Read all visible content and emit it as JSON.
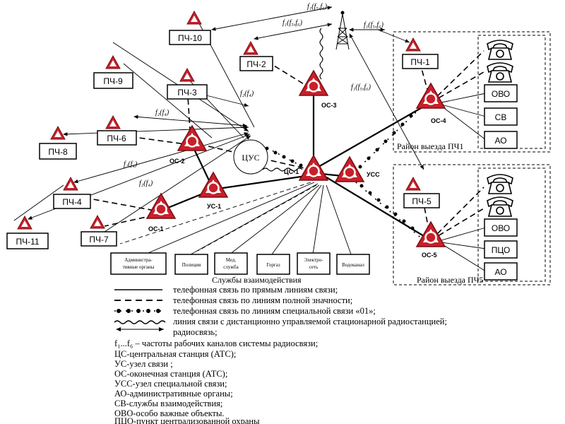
{
  "stations": {
    "pch10": "ПЧ-10",
    "pch9": "ПЧ-9",
    "pch2": "ПЧ-2",
    "pch3": "ПЧ-3",
    "pch6": "ПЧ-6",
    "pch8": "ПЧ-8",
    "pch4": "ПЧ-4",
    "pch11": "ПЧ-11",
    "pch7": "ПЧ-7",
    "pch1": "ПЧ-1",
    "pch5": "ПЧ-5"
  },
  "nodes": {
    "os1": "ОС-1",
    "os2": "ОС-2",
    "os3": "ОС-3",
    "os4": "ОС-4",
    "os5": "ОС-5",
    "us1": "УС-1",
    "cs1": "ЦС-1",
    "uss": "УСС",
    "cus": "ЦУС"
  },
  "frequencies": {
    "f_top": "f₁(f₅,f₆)",
    "f_mid": "f₁(f₅,f₆)",
    "f_right": "f₁(f₅,f₆)",
    "f_os4": "f₁(f₅,f₆)",
    "f_pch3": "f₂(f₄)",
    "f_pch6": "f₂(f₄)",
    "f_pch8": "f₂(f₄)",
    "f_pch4": "f₂(f₄)"
  },
  "districts": {
    "d1": "Район выезда ПЧ1",
    "d5": "Район выезда ПЧ5",
    "d1_items": [
      "ОВО",
      "СВ",
      "АО"
    ],
    "d5_items": [
      "ОВО",
      "ПЦО",
      "АО"
    ]
  },
  "services": {
    "title": "Службы взаимодействия",
    "items": [
      [
        "Администра-",
        "тивные органы"
      ],
      [
        "Полиция"
      ],
      [
        "Мед.",
        "служба"
      ],
      [
        "Горгаз"
      ],
      [
        "Электро-",
        "сеть"
      ],
      [
        "Водоканал"
      ]
    ]
  },
  "legend": {
    "solid": "телефонная связь по прямым линиям связи;",
    "dashed": "телефонная связь по линиям полной значности;",
    "dotted": "телефонная связь по линиям специальной связи «01»;",
    "wavy": "линия связи с дистанционно управляемой стационарной радиостанцией;",
    "radio": "радиосвязь;",
    "freq": "f₁...f₆ – частоты рабочих каналов системы радиосвязи;",
    "abbr": [
      "ЦС-центральная станция (АТС);",
      "УС-узел связи ;",
      "ОС-оконечная станция (АТС);",
      "УСС-узел специальной связи;",
      "АО-административные органы;",
      "СВ-службы взаимодействия;",
      "ОВО-особо важные объекты.",
      "ПЦО-пункт централизованной охраны"
    ]
  }
}
